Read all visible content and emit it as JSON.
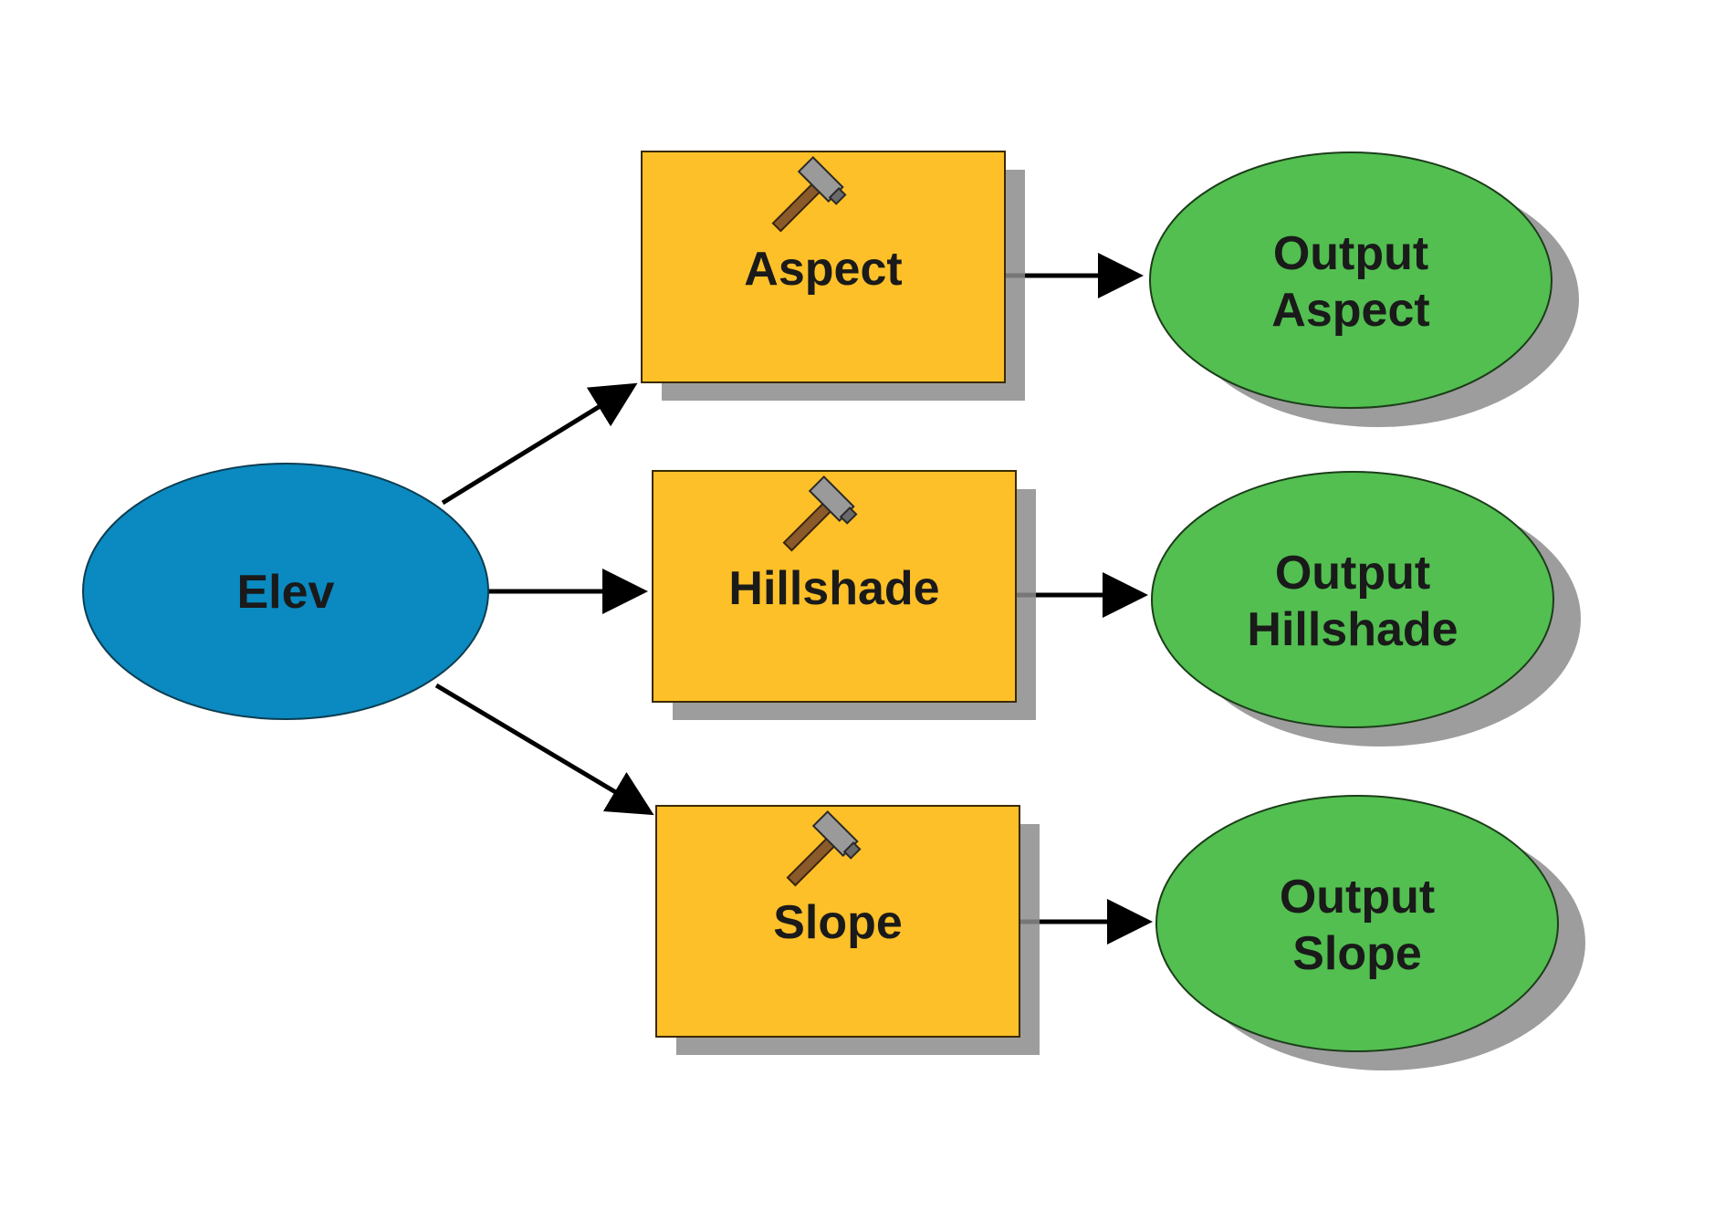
{
  "diagram": {
    "input": {
      "label": "Elev",
      "color": "#0a8ac0"
    },
    "tools": [
      {
        "label": "Aspect",
        "icon": "hammer-icon",
        "color": "#fdc028"
      },
      {
        "label": "Hillshade",
        "icon": "hammer-icon",
        "color": "#fdc028"
      },
      {
        "label": "Slope",
        "icon": "hammer-icon",
        "color": "#fdc028"
      }
    ],
    "outputs": [
      {
        "line1": "Output",
        "line2": "Aspect",
        "color": "#52bf50"
      },
      {
        "line1": "Output",
        "line2": "Hillshade",
        "color": "#52bf50"
      },
      {
        "line1": "Output",
        "line2": "Slope",
        "color": "#52bf50"
      }
    ],
    "shadow_color": "#8c8c8c"
  }
}
